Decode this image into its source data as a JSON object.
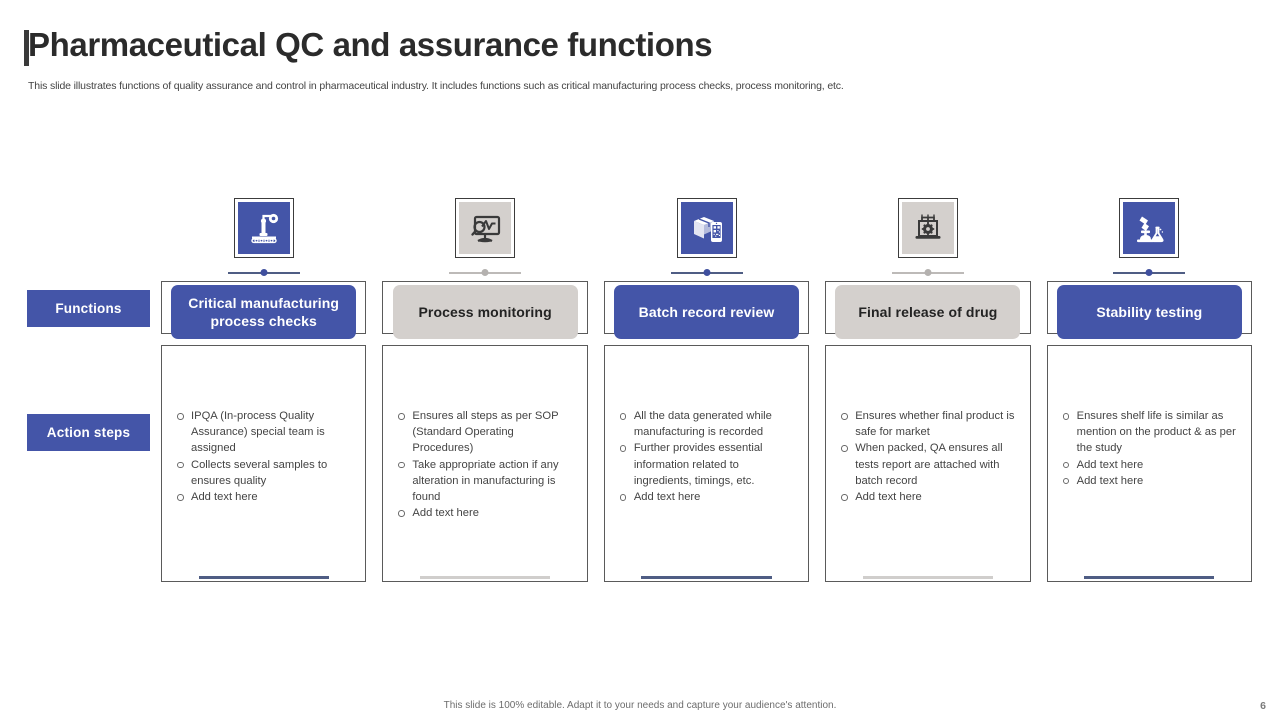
{
  "header": {
    "title": "Pharmaceutical QC and assurance functions",
    "subtitle": "This slide illustrates functions of quality assurance and control in pharmaceutical industry. It includes functions such as critical manufacturing process checks, process monitoring, etc."
  },
  "side_labels": {
    "functions": "Functions",
    "action_steps": "Action steps"
  },
  "colors": {
    "blue": "#4455a8",
    "blue_dark": "#3f4f9e",
    "gray": "#d4d0cd",
    "gray_accent": "#d0cecc",
    "accent_blue": "#4f5d84",
    "text_dark": "#2b2b2b",
    "badge_text_light": "#ffffff",
    "badge_text_dark": "#232323"
  },
  "columns": [
    {
      "theme": "blue",
      "icon": "factory-robot-arm-icon",
      "title": "Critical manufacturing process checks",
      "bullets": [
        "IPQA (In-process  Quality Assurance) special team is assigned",
        "Collects several  samples to ensures quality",
        "Add text here"
      ]
    },
    {
      "theme": "gray",
      "icon": "monitor-magnifier-waveform-icon",
      "title": "Process monitoring",
      "bullets": [
        "Ensures all steps as per SOP (Standard Operating  Procedures)",
        "Take appropriate  action if any alteration in manufacturing  is found",
        "Add text here"
      ]
    },
    {
      "theme": "blue",
      "icon": "box-phone-qr-scan-icon",
      "title": "Batch record review",
      "bullets": [
        "All the data generated while manufacturing is recorded",
        "Further provides  essential information  related to ingredients,  timings, etc.",
        "Add text here"
      ]
    },
    {
      "theme": "gray",
      "icon": "laptop-gear-settings-icon",
      "title": "Final release of drug",
      "bullets": [
        "Ensures whether  final product is safe for market",
        "When packed, QA ensures all tests report  are attached with  batch record",
        "Add text here"
      ]
    },
    {
      "theme": "blue",
      "icon": "microscope-flask-icon",
      "title": "Stability testing",
      "bullets": [
        "Ensures shelf life is similar as mention on the product & as per the study",
        "Add text here",
        "Add text here"
      ]
    }
  ],
  "footer": {
    "note": "This slide is 100% editable. Adapt it to your needs and capture your audience's attention.",
    "page_number": "6"
  }
}
